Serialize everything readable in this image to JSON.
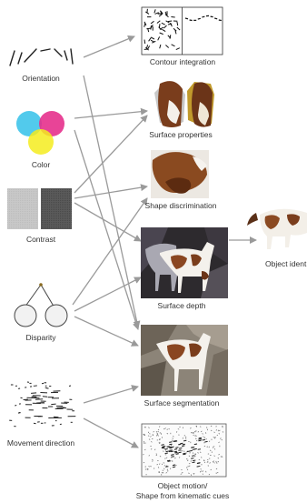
{
  "inputs": [
    {
      "id": "orientation",
      "label": "Orientation",
      "icon": "orientation-lines-icon"
    },
    {
      "id": "color",
      "label": "Color",
      "icon": "cmy-color-circles-icon"
    },
    {
      "id": "contrast",
      "label": "Contrast",
      "icon": "contrast-gratings-icon"
    },
    {
      "id": "disparity",
      "label": "Disparity",
      "icon": "binocular-eyes-icon"
    },
    {
      "id": "movement",
      "label": "Movement direction",
      "icon": "motion-dots-icon"
    }
  ],
  "outputs": [
    {
      "id": "contour",
      "label": "Contour integration"
    },
    {
      "id": "surface_props",
      "label": "Surface properties"
    },
    {
      "id": "shape",
      "label": "Shape discrimination"
    },
    {
      "id": "depth",
      "label": "Surface depth"
    },
    {
      "id": "segmentation",
      "label": "Surface segmentation"
    },
    {
      "id": "motion",
      "label_line1": "Object motion/",
      "label_line2": "Shape from kinematic cues"
    }
  ],
  "final": {
    "label": "Object ident"
  },
  "colors": {
    "arrow": "#9a9a9a",
    "cyan": "#3fc4ea",
    "magenta": "#e5308c",
    "yellow": "#f5ec1e",
    "horse_brown": "#7a3d1c"
  }
}
